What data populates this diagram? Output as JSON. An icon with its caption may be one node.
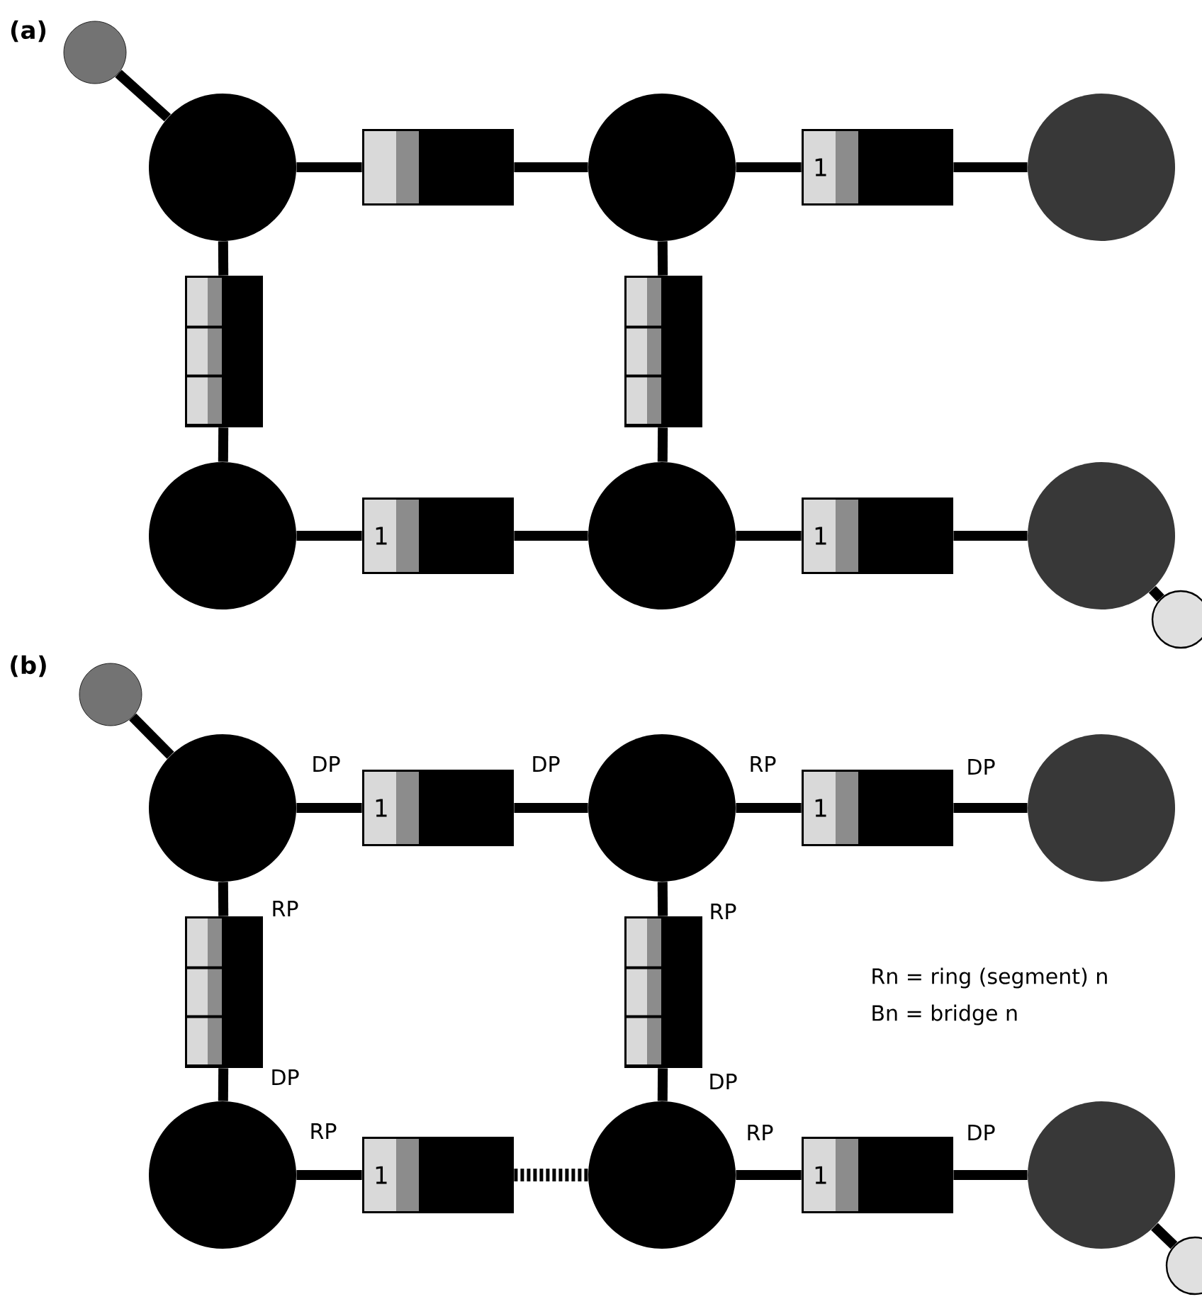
{
  "diagram": {
    "nodes": [
      {
        "text": [],
        "shape": "circle"
      },
      {
        "text": [],
        "shape": "circle"
      },
      {
        "text": [],
        "shape": "box"
      },
      {
        "text": [],
        "shape": "circle"
      },
      {
        "text": [
          "1"
        ]
      },
      {
        "text": [],
        "shape": "circle"
      },
      {
        "text": [],
        "shape": "box"
      },
      {
        "text": [],
        "shape": "box"
      },
      {
        "text": [],
        "shape": "circle"
      },
      {
        "text": [
          "1"
        ]
      },
      {
        "text": [],
        "shape": "circle"
      },
      {
        "text": [
          "1"
        ]
      },
      {
        "text": [],
        "shape": "circle"
      },
      {
        "text": [],
        "shape": "circle"
      },
      {
        "text": [],
        "shape": "circle"
      },
      {
        "text": [],
        "shape": "circle"
      },
      {
        "text": [
          "1"
        ]
      },
      {
        "text": [],
        "shape": "circle"
      },
      {
        "text": [
          "1"
        ]
      },
      {
        "text": [],
        "shape": "circle"
      },
      {
        "text": [],
        "shape": "box"
      },
      {
        "text": [],
        "shape": "box"
      },
      {
        "text": [],
        "shape": "circle"
      },
      {
        "text": [
          "1"
        ]
      },
      {
        "text": [],
        "shape": "circle"
      },
      {
        "text": [
          "1"
        ]
      },
      {
        "text": [],
        "shape": "circle"
      },
      {
        "text": [],
        "shape": "circle"
      }
    ],
    "edges": [
      {
        "from": 0,
        "to": 1,
        "arrow": "none"
      },
      {
        "from": 1,
        "to": 2,
        "arrow": "none"
      },
      {
        "from": 2,
        "to": 3,
        "arrow": "none"
      },
      {
        "from": 3,
        "to": 4,
        "arrow": "none"
      },
      {
        "from": 4,
        "to": 5,
        "arrow": "none"
      },
      {
        "from": 1,
        "to": 6,
        "arrow": "none"
      },
      {
        "from": 6,
        "to": 8,
        "arrow": "none"
      },
      {
        "from": 3,
        "to": 7,
        "arrow": "none"
      },
      {
        "from": 7,
        "to": 10,
        "arrow": "none"
      },
      {
        "from": 8,
        "to": 9,
        "arrow": "none"
      },
      {
        "from": 9,
        "to": 10,
        "arrow": "none"
      },
      {
        "from": 10,
        "to": 11,
        "arrow": "none"
      },
      {
        "from": 11,
        "to": 12,
        "arrow": "none"
      },
      {
        "from": 12,
        "to": 13,
        "arrow": "none"
      },
      {
        "from": 14,
        "to": 15,
        "arrow": "none"
      },
      {
        "from": 15,
        "to": 16,
        "arrow": "none"
      },
      {
        "from": 16,
        "to": 17,
        "arrow": "none"
      },
      {
        "from": 17,
        "to": 18,
        "arrow": "none"
      },
      {
        "from": 18,
        "to": 19,
        "arrow": "none"
      },
      {
        "from": 15,
        "to": 20,
        "arrow": "none"
      },
      {
        "from": 20,
        "to": 22,
        "arrow": "none"
      },
      {
        "from": 17,
        "to": 21,
        "arrow": "none"
      },
      {
        "from": 21,
        "to": 24,
        "arrow": "none"
      },
      {
        "from": 22,
        "to": 23,
        "arrow": "none"
      },
      {
        "from": 23,
        "to": 24,
        "arrow": "none",
        "style": "dashed"
      },
      {
        "from": 24,
        "to": 25,
        "arrow": "none"
      },
      {
        "from": 25,
        "to": 26,
        "arrow": "none"
      },
      {
        "from": 26,
        "to": 27,
        "arrow": "none"
      }
    ],
    "labels": [
      "(a)",
      "(b)",
      "DP",
      "DP",
      "RP",
      "DP",
      "RP",
      "RP",
      "Rn = ring (segment) n",
      "Bn = bridge n",
      "DP",
      "DP",
      "RP",
      "RP",
      "DP"
    ]
  }
}
